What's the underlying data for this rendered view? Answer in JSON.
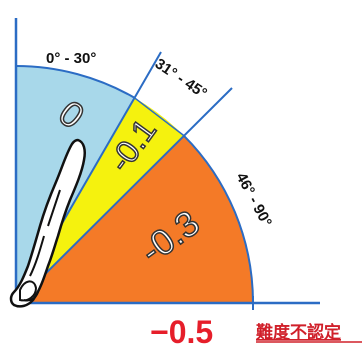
{
  "zones": [
    {
      "id": "zone-0-30",
      "range_label": "0° - 30°",
      "value_label": "0",
      "color": "#a8d8ea",
      "start_deg": 0,
      "end_deg": 30
    },
    {
      "id": "zone-31-45",
      "range_label": "31° - 45°",
      "value_label": "-0.1",
      "color": "#f5f20e",
      "start_deg": 30,
      "end_deg": 45
    },
    {
      "id": "zone-46-90",
      "range_label": "46° - 90°",
      "value_label": "-0.3",
      "color": "#f47a27",
      "start_deg": 45,
      "end_deg": 90
    }
  ],
  "footer": {
    "value": "−0.5",
    "value_color": "#e61e2a",
    "note": "難度不認定",
    "note_color": "#d0202a"
  },
  "colors": {
    "axis": "#2b6cc4",
    "figure": "#111111"
  }
}
